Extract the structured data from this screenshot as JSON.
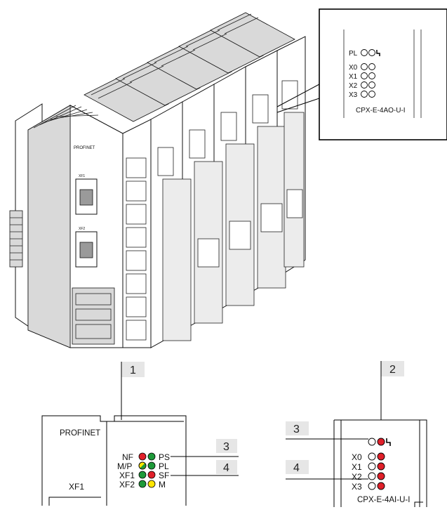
{
  "callouts": {
    "c1": "1",
    "c2": "2",
    "c3a": "3",
    "c4a": "4",
    "c3b": "3",
    "c4b": "4"
  },
  "zoom_top": {
    "pl": "PL",
    "x0": "X0",
    "x1": "X1",
    "x2": "X2",
    "x3": "X3",
    "model": "CPX-E-4AO-U-I"
  },
  "detail_left": {
    "protocol": "PROFINET",
    "port": "XF1",
    "row1_left": "NF",
    "row1_right": "PS",
    "row2_left": "M/P",
    "row2_right": "PL",
    "row3_left": "XF1",
    "row3_right": "SF",
    "row4_left": "XF2",
    "row4_right": "M"
  },
  "detail_right": {
    "x0": "X0",
    "x1": "X1",
    "x2": "X2",
    "x3": "X3",
    "model": "CPX-E-4AI-U-I"
  },
  "device_labels": {
    "profinet_small": "PROFINET",
    "xf1_small": "XF1",
    "xf2_small": "XF2"
  },
  "colors": {
    "led_red": "#e0202a",
    "led_green": "#1e9a3a",
    "led_yellow": "#ffe500",
    "callout_bg": "#e6e6e6"
  },
  "icons": {
    "fault_symbol": "lightning-fault-icon",
    "network_port": "rj45-port-icon"
  }
}
